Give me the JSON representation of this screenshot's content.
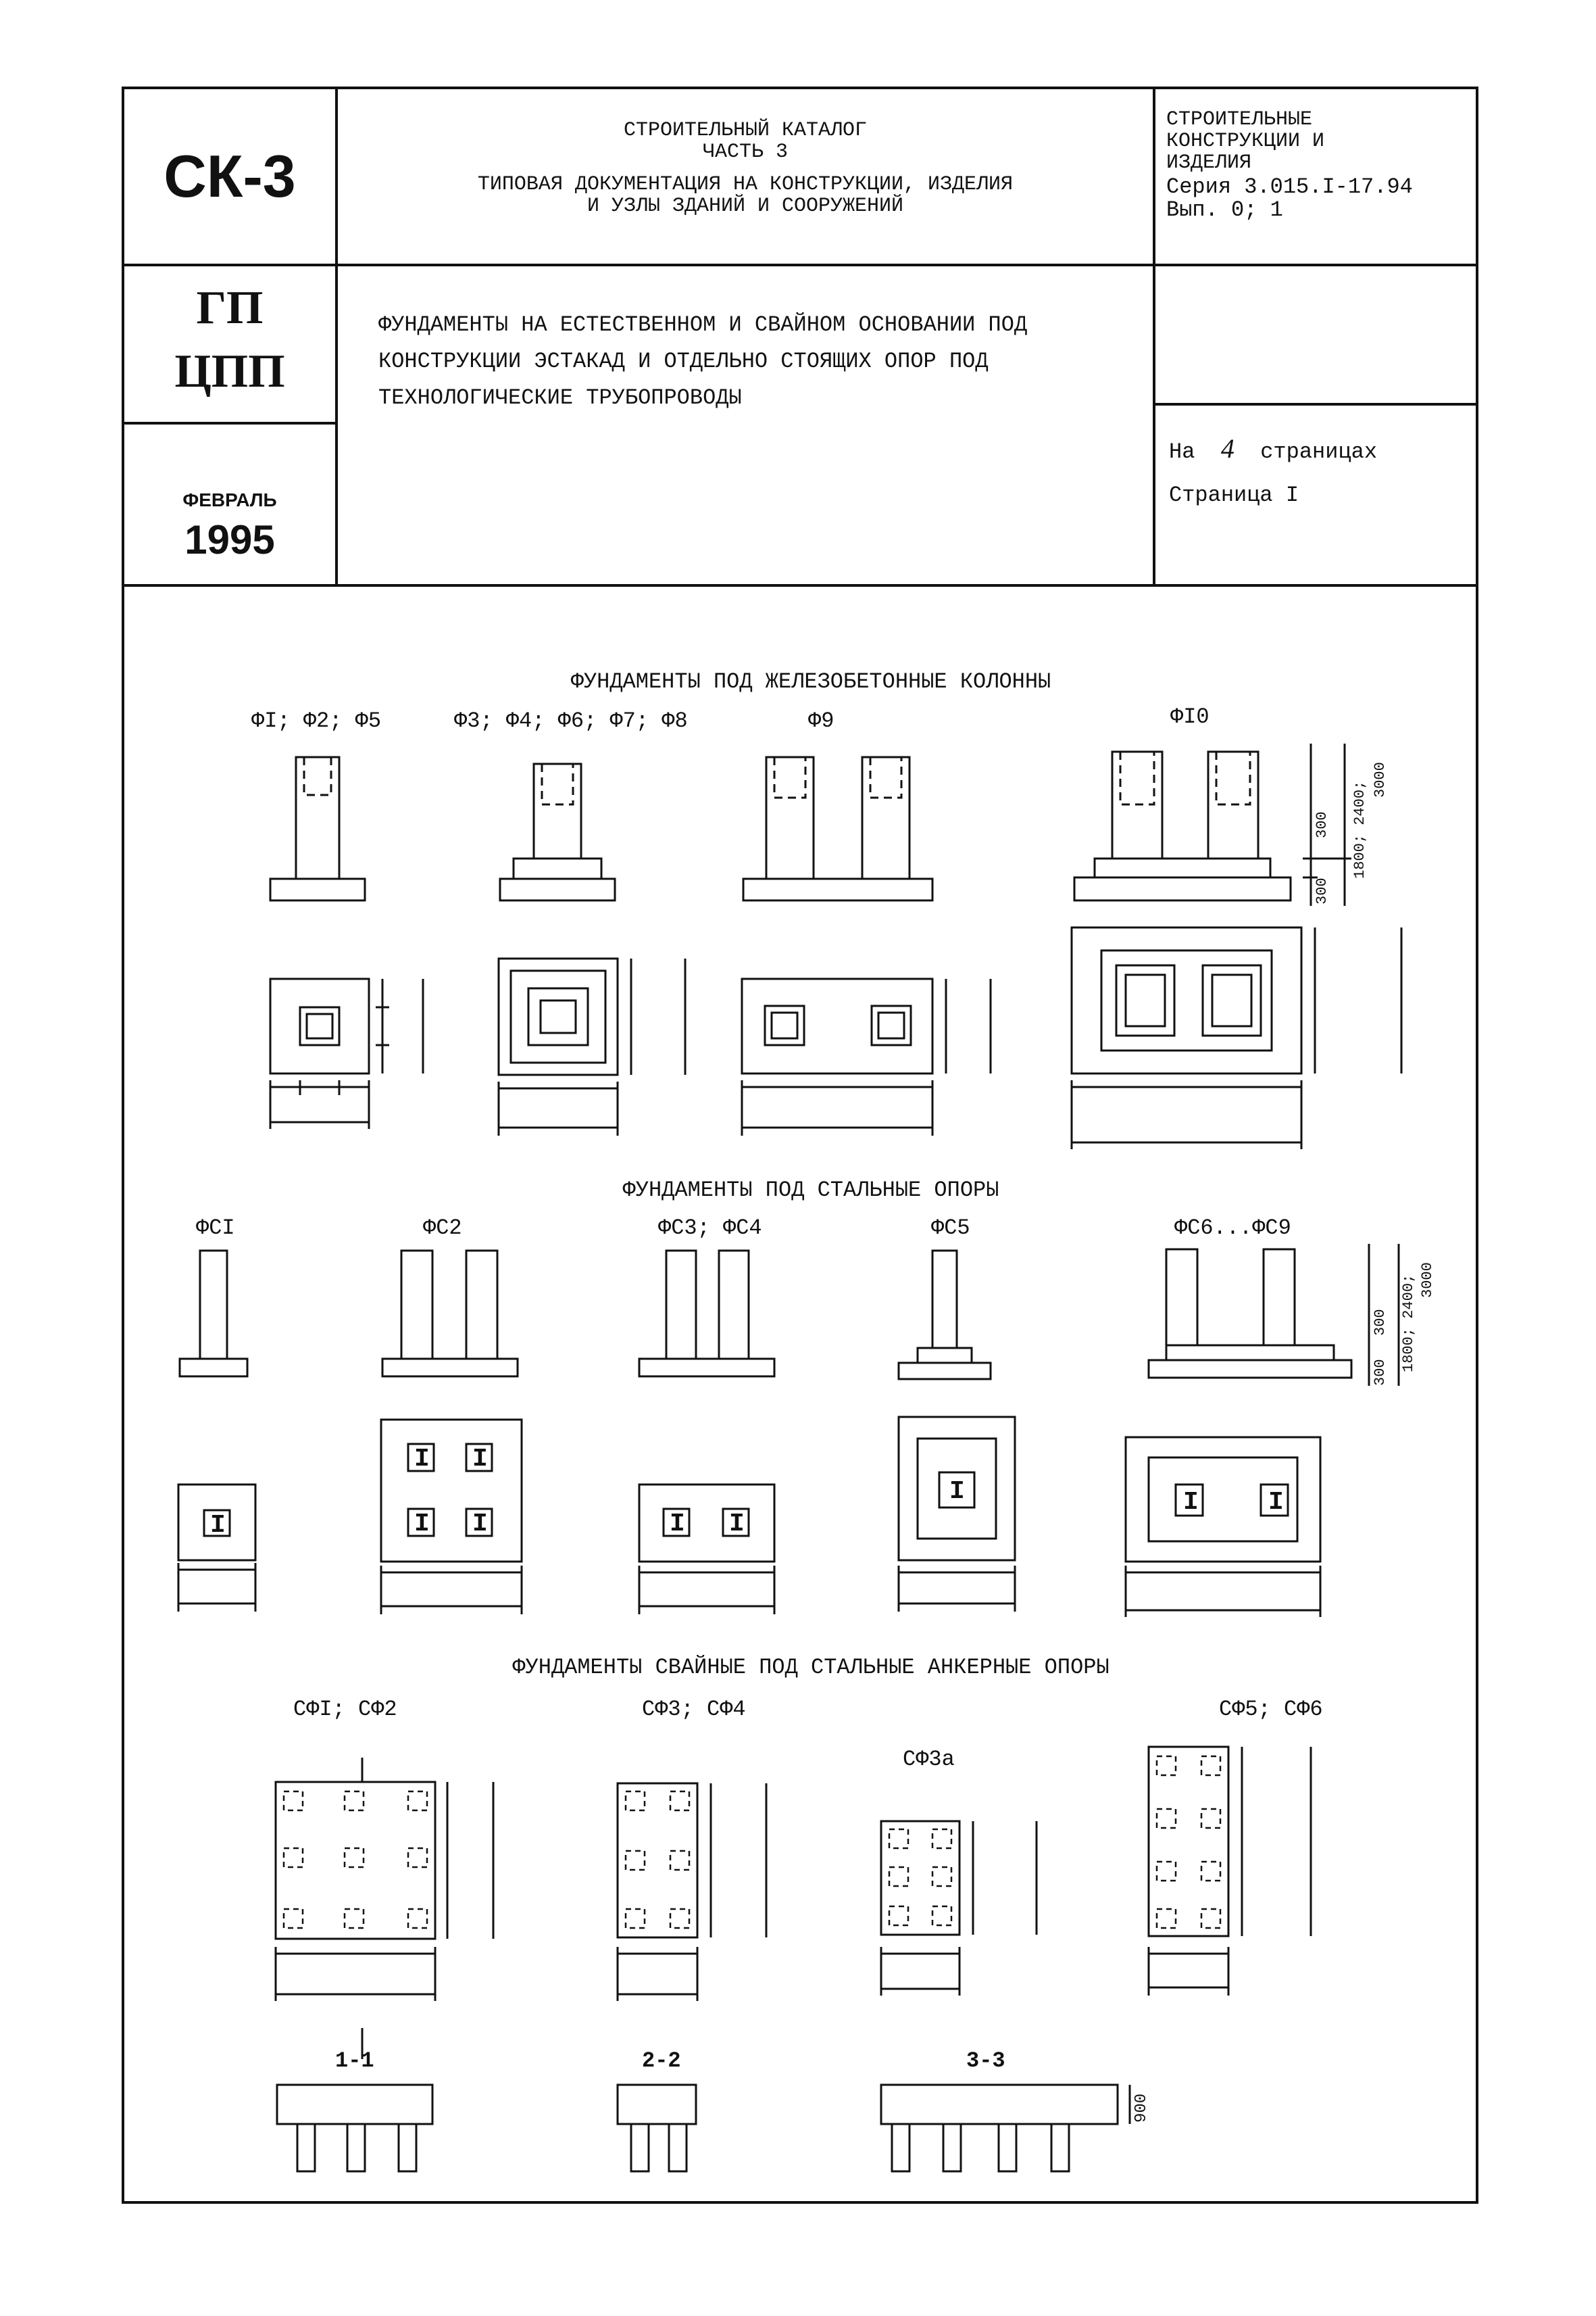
{
  "stamp": {
    "code": "СК-3",
    "org_line1": "ГП",
    "org_line2": "ЦПП",
    "month": "ФЕВРАЛЬ",
    "year": "1995"
  },
  "header": {
    "catalog_line1": "СТРОИТЕЛЬНЫЙ КАТАЛОГ",
    "catalog_line2": "ЧАСТЬ 3",
    "catalog_line3": "ТИПОВАЯ ДОКУМЕНТАЦИЯ НА КОНСТРУКЦИИ, ИЗДЕЛИЯ",
    "catalog_line4": "И УЗЛЫ ЗДАНИЙ И СООРУЖЕНИЙ",
    "series_line1": "СТРОИТЕЛЬНЫЕ",
    "series_line2": "КОНСТРУКЦИИ И",
    "series_line3": "ИЗДЕЛИЯ",
    "series_line4": "Серия 3.015.I-17.94",
    "series_line5": "Вып. 0; 1"
  },
  "title": {
    "line1": "ФУНДАМЕНТЫ НА ЕСТЕСТВЕННОМ И СВАЙНОМ ОСНОВАНИИ ПОД",
    "line2": "КОНСТРУКЦИИ ЭСТАКАД И ОТДЕЛЬНО СТОЯЩИХ ОПОР ПОД",
    "line3": "ТЕХНОЛОГИЧЕСКИЕ ТРУБОПРОВОДЫ"
  },
  "pages": {
    "total_prefix": "На",
    "total": "4",
    "total_suffix": "страницах",
    "current_label": "Страница",
    "current": "I"
  },
  "sections": {
    "rc": {
      "heading": "ФУНДАМЕНТЫ ПОД ЖЕЛЕЗОБЕТОННЫЕ КОЛОННЫ",
      "labels": [
        "ФI; Ф2; Ф5",
        "Ф3; Ф4; Ф6; Ф7; Ф8",
        "Ф9",
        "ФI0"
      ],
      "dims": [
        "300",
        "1800; 2400;",
        "3000",
        "300"
      ]
    },
    "steel": {
      "heading": "ФУНДАМЕНТЫ ПОД СТАЛЬНЫЕ ОПОРЫ",
      "labels": [
        "ФСI",
        "ФС2",
        "ФС3; ФС4",
        "ФС5",
        "ФС6...ФС9"
      ],
      "dims": [
        "300",
        "1800; 2400;",
        "3000",
        "300"
      ]
    },
    "pile": {
      "heading": "ФУНДАМЕНТЫ СВАЙНЫЕ ПОД СТАЛЬНЫЕ АНКЕРНЫЕ ОПОРЫ",
      "labels": [
        "СФI; СФ2",
        "СФ3; СФ4",
        "СФ3а",
        "СФ5; СФ6"
      ],
      "sections": [
        "1-1",
        "2-2",
        "3-3"
      ],
      "dim": "900"
    }
  }
}
